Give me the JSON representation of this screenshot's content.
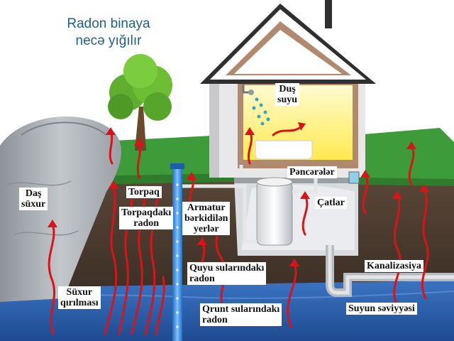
{
  "title": {
    "line1": "Radon binaya",
    "line2": "necə yığılır"
  },
  "labels": {
    "dus_suyu": "Duş\nsuyu",
    "penclereler": "Pəncərələr",
    "das_suxur": "Daş\nsüxur",
    "torpaq": "Torpaq",
    "torpaqdaki_radon": "Torpaqdakı\nradon",
    "armatur": "Armatur\nbərkidilən\nyerlər",
    "catlar": "Çatlar",
    "quyu_sularindaki": "Quyu sularındakı\nradon",
    "kanalizasiya": "Kanalizasiya",
    "suxur_qirilmasi": "Süxur\nqırılması",
    "qrunt_sularindaki": "Qrunt sularındakı\nradon",
    "suyun_seviyyesi": "Suyun səviyyəsi"
  },
  "colors": {
    "title": "#1d5f8a",
    "arrow": "#d8141a",
    "grass": "#3e9b3a",
    "soil": "#4a3b2f",
    "water": "#2c5fae",
    "roof": "#2f2f2f",
    "wall": "#b08a6e",
    "rock": "#a7acb1",
    "sky": "#ffffff",
    "room": "#fff27a"
  }
}
